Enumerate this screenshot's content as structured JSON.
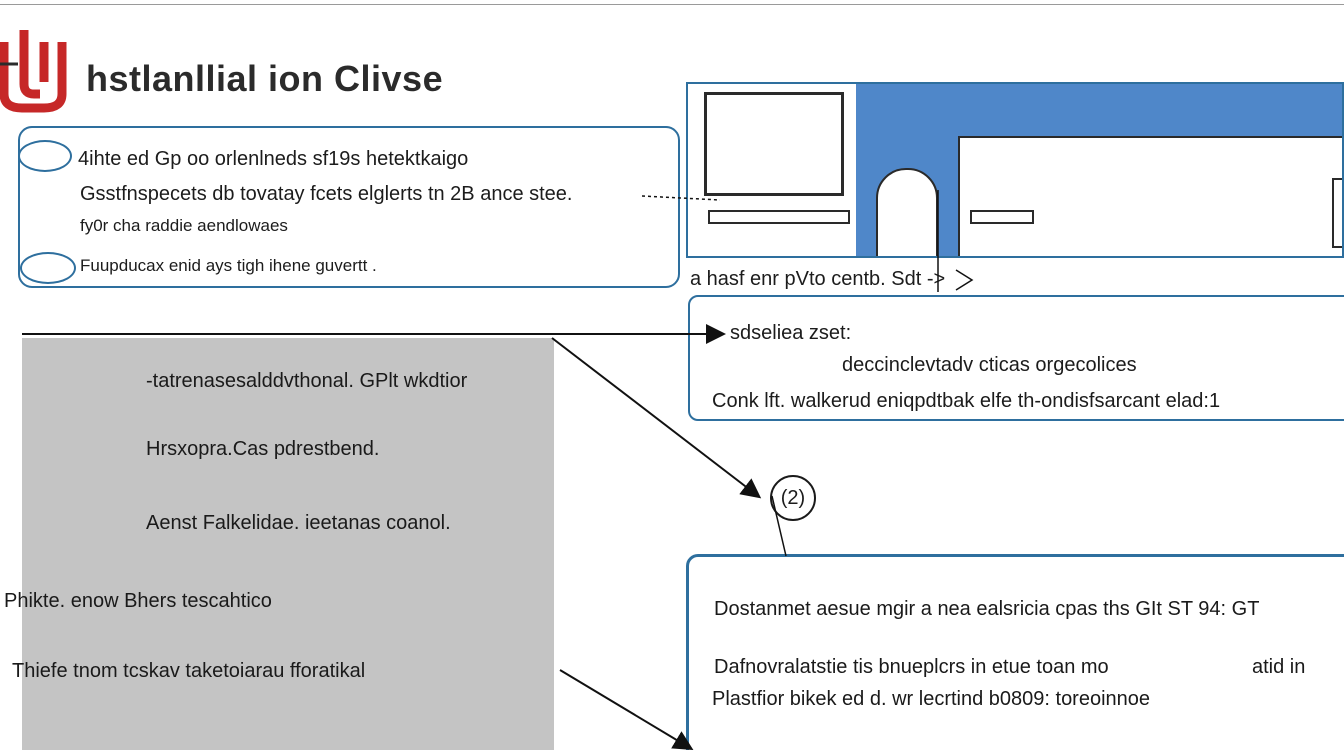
{
  "title": "hstlanllial ion Clivse",
  "info_box": {
    "lines": [
      "4ihte ed Gp oo orlenlneds sf19s hetektkaigo",
      "Gsstfnspecets db tovatay fcets elglerts tn 2B ance stee.",
      "fy0r cha raddie aendlowaes",
      "Fuupducax enid ays tigh ihene guvertt ."
    ]
  },
  "screenshot_caption": "a hasf enr pVto centb. Sdt ->",
  "detail_box": {
    "lines": [
      "sdseliea zset:",
      "deccinclevtadv cticas orgecolices",
      "Conk lft. walkerud  eniqpdtbak elfe  th-ondisfsarcant elad:1"
    ]
  },
  "gray_panel": {
    "lines": [
      "-tatrenasesalddvthonal. GPlt wkdtior",
      "Hrsxopra.Cas pdrestbend.",
      "Aenst Falkelidae. ieetanas coanol.",
      "Phikte. enow Bhers tescahtico",
      "Thiefe tnom tcskav taketoiarau fforatikal"
    ]
  },
  "circle_mark": "(2)",
  "bottom_box": {
    "lines": [
      "Dostanmet aesue mgir a nea ealsricia cpas ths GIt ST 94: GT",
      "Dafnovralatstie tis bnueplcrs in etue toan mo",
      "atid  in",
      "Plastfior bikek ed d. wr lecrtind b0809: toreoinnoe"
    ]
  },
  "colors": {
    "accent_blue": "#2e6f9e",
    "screenshot_blue": "#4f87c9",
    "logo_red": "#c62828",
    "panel_gray": "#c4c4c4"
  },
  "icons": [
    "logo-mark",
    "arrow-icon"
  ]
}
